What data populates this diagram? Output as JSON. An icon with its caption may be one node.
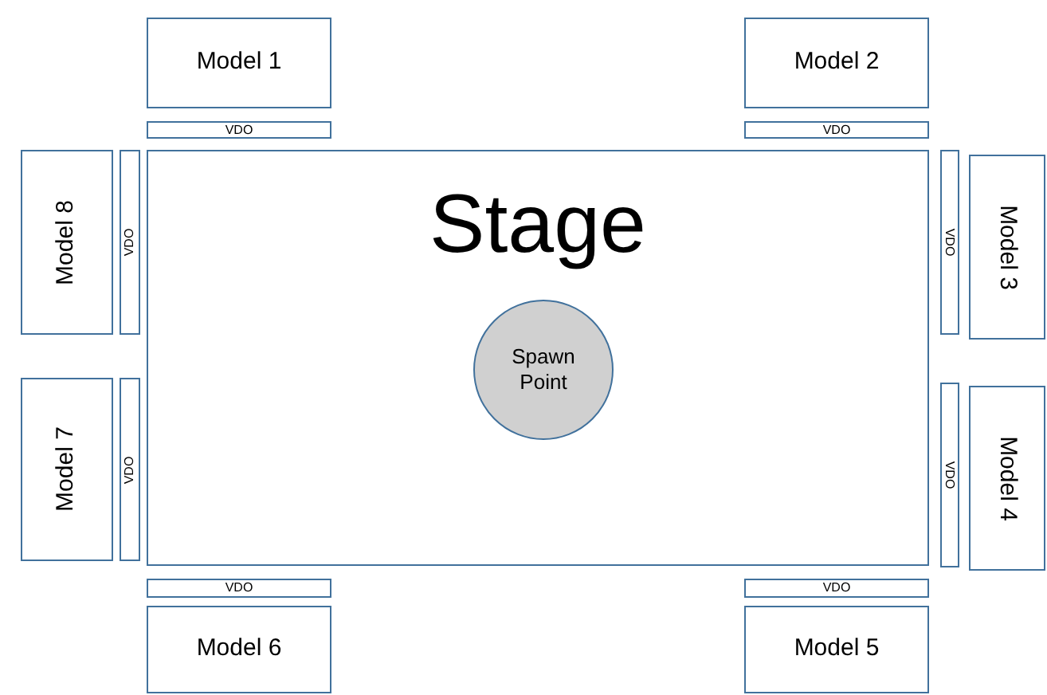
{
  "diagram": {
    "nodes": [
      {
        "text": [
          "Model 1"
        ]
      },
      {
        "text": [
          "Model 2"
        ]
      },
      {
        "text": [
          "VDO"
        ]
      },
      {
        "text": [
          "VDO"
        ]
      },
      {
        "text": [
          "Stage"
        ]
      },
      {
        "text": [
          "Spawn Point"
        ],
        "in": 4
      },
      {
        "text": [
          "Model 8"
        ]
      },
      {
        "text": [
          "VDO"
        ]
      },
      {
        "text": [
          "VDO"
        ]
      },
      {
        "text": [
          "Model 3"
        ]
      },
      {
        "text": [
          "Model 7"
        ]
      },
      {
        "text": [
          "VDO"
        ]
      },
      {
        "text": [
          "VDO"
        ]
      },
      {
        "text": [
          "Model 4"
        ]
      },
      {
        "text": [
          "VDO"
        ]
      },
      {
        "text": [
          "VDO"
        ]
      },
      {
        "text": [
          "Model 6"
        ]
      },
      {
        "text": [
          "Model 5"
        ]
      }
    ]
  }
}
